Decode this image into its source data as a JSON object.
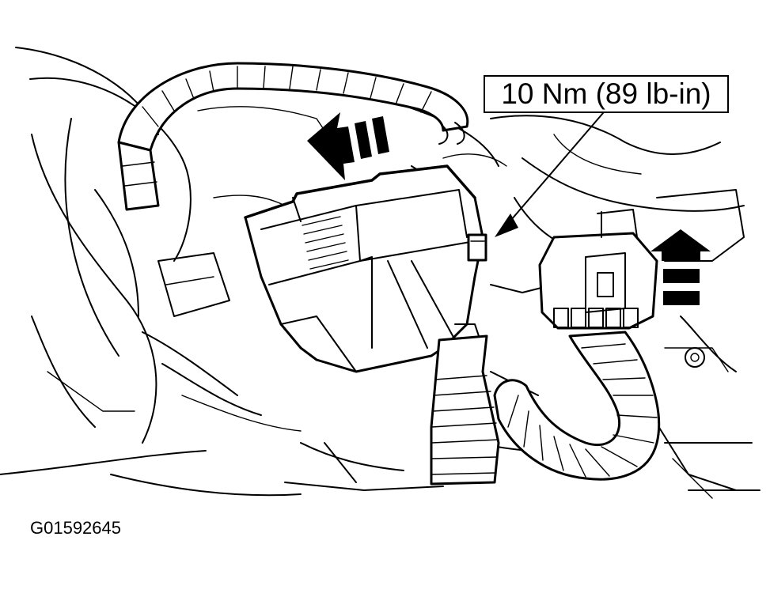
{
  "callout": {
    "torque_label": "10 Nm (89 lb-in)"
  },
  "figure": {
    "id": "G01592645"
  },
  "arrows": [
    {
      "name": "arrow-left",
      "direction": "left"
    },
    {
      "name": "arrow-up",
      "direction": "up"
    }
  ],
  "colors": {
    "line": "#000000",
    "background": "#ffffff"
  }
}
